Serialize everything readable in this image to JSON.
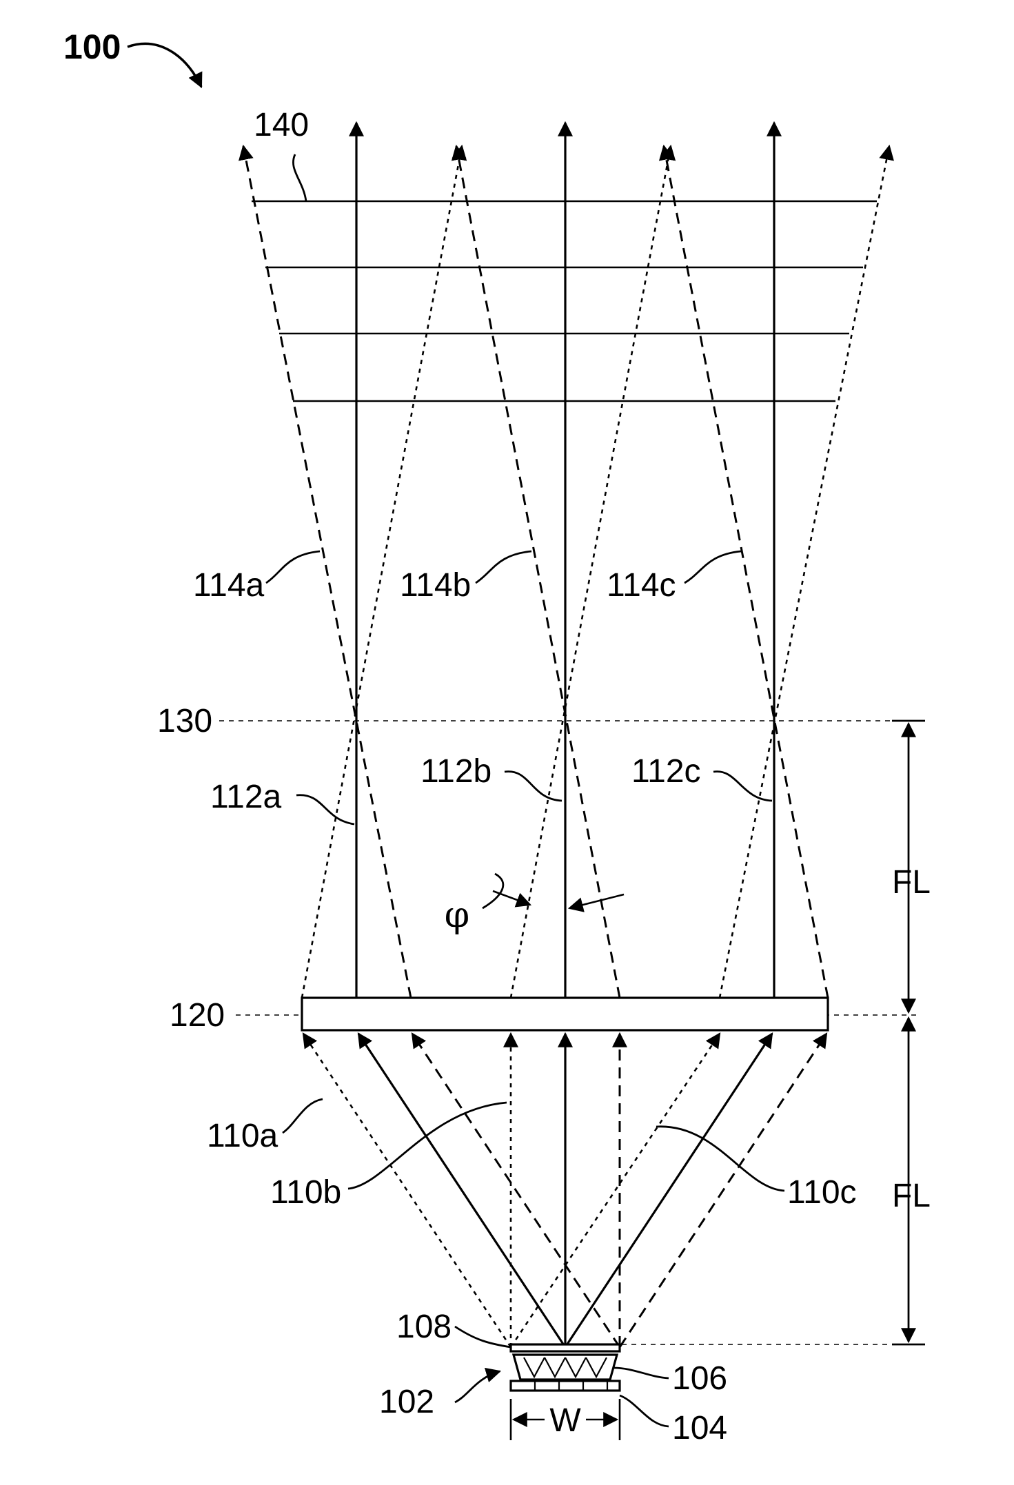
{
  "figure": {
    "ref_main": "100",
    "labels": {
      "ref_140": "140",
      "ref_114a": "114a",
      "ref_114b": "114b",
      "ref_114c": "114c",
      "ref_130": "130",
      "ref_112a": "112a",
      "ref_112b": "112b",
      "ref_112c": "112c",
      "ref_120": "120",
      "ref_110a": "110a",
      "ref_110b": "110b",
      "ref_110c": "110c",
      "ref_108": "108",
      "ref_102": "102",
      "ref_106": "106",
      "ref_104": "104",
      "focal_length_upper": "FL",
      "focal_length_lower": "FL",
      "width": "W",
      "angle_phi": "φ"
    }
  }
}
